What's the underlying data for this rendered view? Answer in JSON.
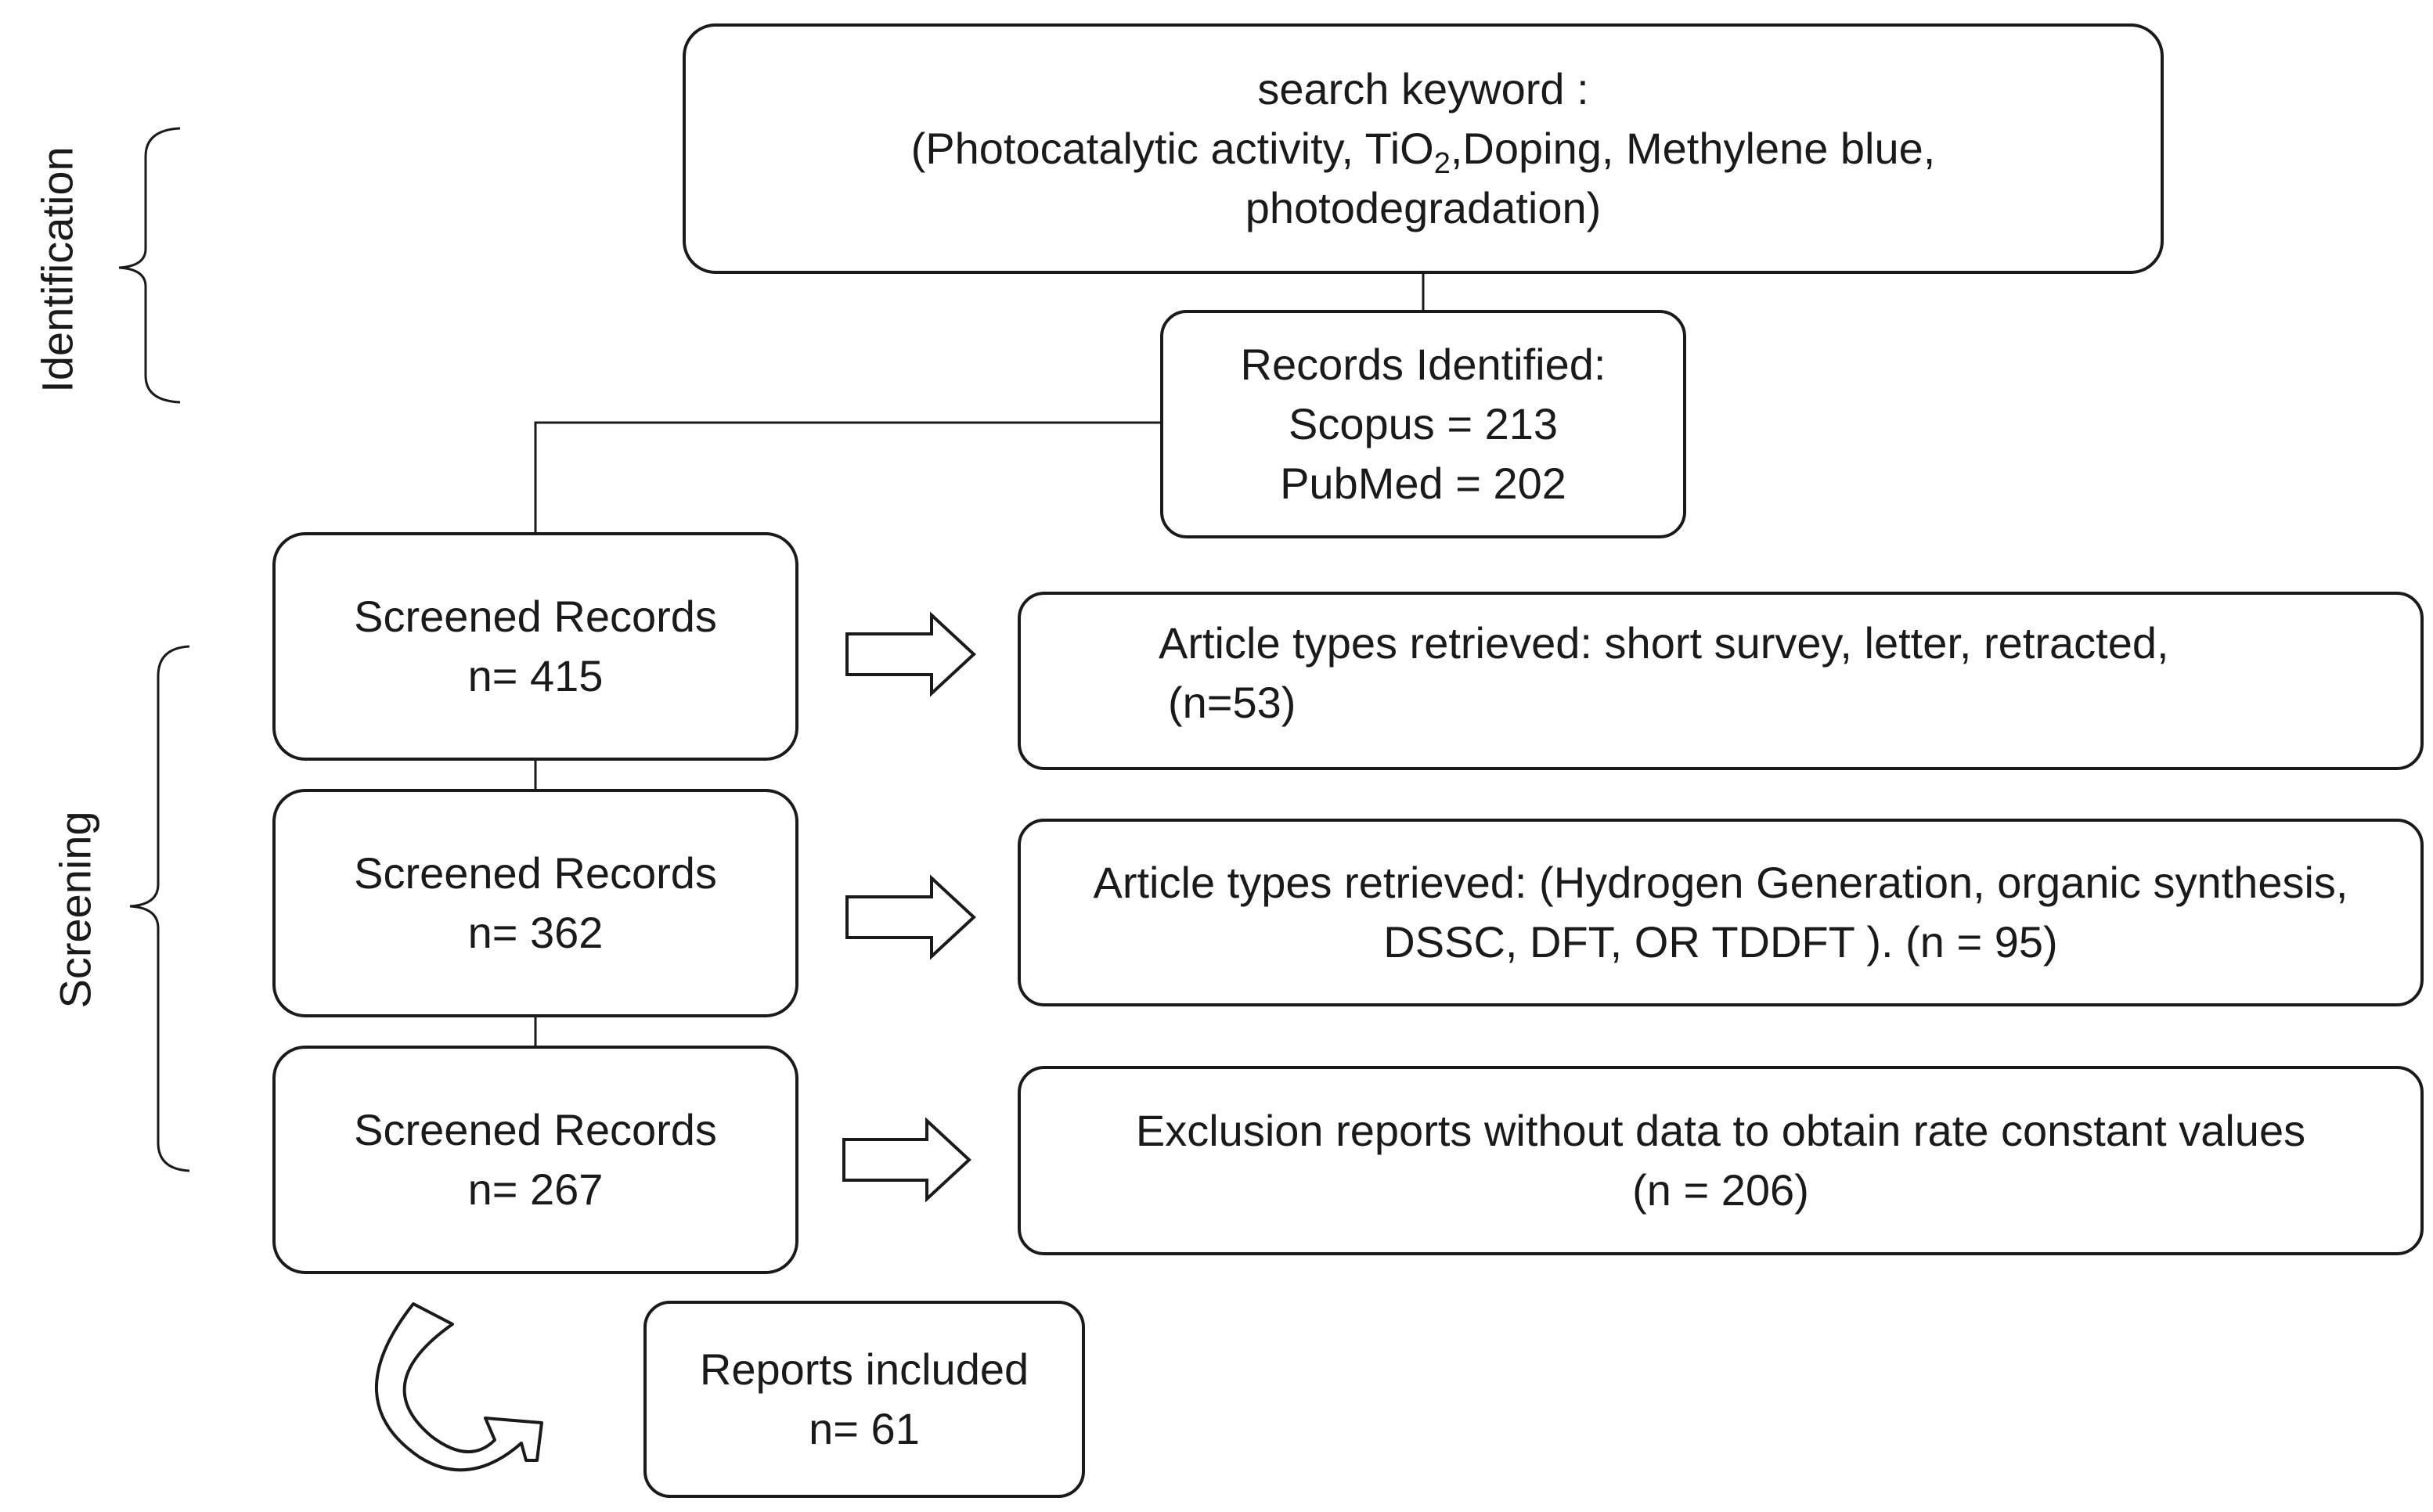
{
  "stages": {
    "identification": "Identification",
    "screening": "Screening"
  },
  "search": {
    "line1": "search keyword :",
    "line2_prefix": "(Photocatalytic activity, TiO",
    "line2_sub": "2",
    "line2_suffix": ",Doping, Methylene blue,",
    "line3": "photodegradation)"
  },
  "identified": {
    "title": "Records Identified:",
    "scopus": "Scopus = 213",
    "pubmed": "PubMed = 202"
  },
  "screened": [
    {
      "label": "Screened Records",
      "count": "n= 415"
    },
    {
      "label": "Screened Records",
      "count": "n= 362"
    },
    {
      "label": "Screened Records",
      "count": "n= 267"
    }
  ],
  "exclusions": [
    {
      "line1": "Article types retrieved: short survey, letter, retracted,",
      "line2": "(n=53)"
    },
    {
      "line1": "Article types retrieved: (Hydrogen Generation, organic synthesis,",
      "line2": "DSSC, DFT, OR TDDFT ). (n = 95)"
    },
    {
      "line1": "Exclusion reports  without data to obtain rate constant values",
      "line2": "(n = 206)"
    }
  ],
  "included": {
    "label": "Reports included",
    "count": "n= 61"
  }
}
